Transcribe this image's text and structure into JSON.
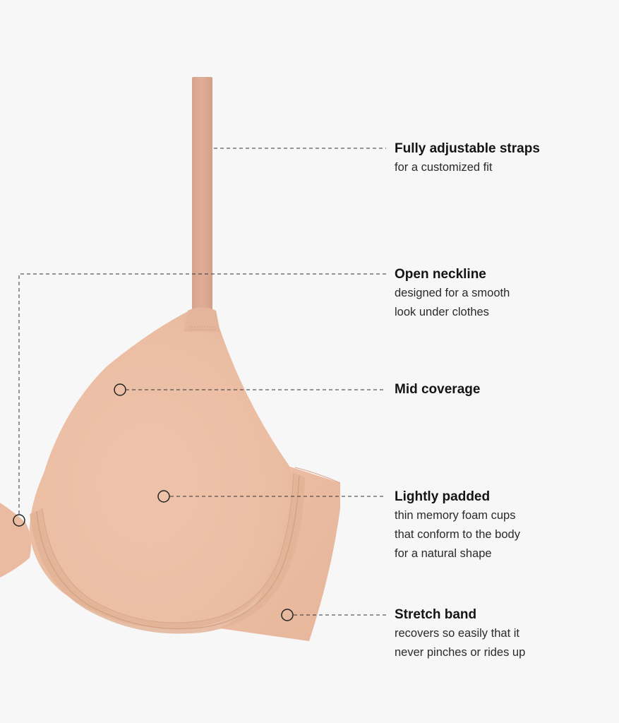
{
  "colors": {
    "background": "#f7f7f8",
    "fabric": "#eec2a8",
    "fabric_shadow": "#deae93",
    "strap": "#dca993",
    "leader": "#333333"
  },
  "callouts": [
    {
      "id": "straps",
      "title": "Fully adjustable straps",
      "lines": [
        "for a customized fit"
      ]
    },
    {
      "id": "neckline",
      "title": "Open neckline",
      "lines": [
        "designed for a smooth",
        "look under clothes"
      ]
    },
    {
      "id": "coverage",
      "title": "Mid coverage",
      "lines": []
    },
    {
      "id": "padded",
      "title": "Lightly padded",
      "lines": [
        "thin memory foam cups",
        "that conform to the body",
        "for a natural shape"
      ]
    },
    {
      "id": "band",
      "title": "Stretch band",
      "lines": [
        "recovers so easily that it",
        "never pinches or rides up"
      ]
    }
  ]
}
